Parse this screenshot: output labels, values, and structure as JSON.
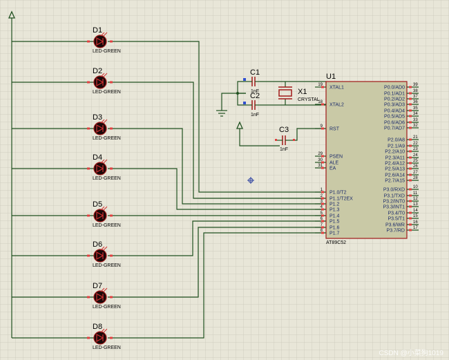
{
  "leds": [
    {
      "ref": "D1",
      "model": "LED-GREEN"
    },
    {
      "ref": "D2",
      "model": "LED-GREEN"
    },
    {
      "ref": "D3",
      "model": "LED-GREEN"
    },
    {
      "ref": "D4",
      "model": "LED-GREEN"
    },
    {
      "ref": "D5",
      "model": "LED-GREEN"
    },
    {
      "ref": "D6",
      "model": "LED-GREEN"
    },
    {
      "ref": "D7",
      "model": "LED-GREEN"
    },
    {
      "ref": "D8",
      "model": "LED-GREEN"
    }
  ],
  "capacitors": [
    {
      "ref": "C1",
      "value": "1nF"
    },
    {
      "ref": "C2",
      "value": "1nF"
    },
    {
      "ref": "C3",
      "value": "1nF"
    }
  ],
  "crystal": {
    "ref": "X1",
    "value": "CRYSTAL"
  },
  "mcu": {
    "ref": "U1",
    "part": "AT89C52",
    "left_pins": [
      {
        "num": "19",
        "name": "XTAL1"
      },
      {
        "num": "18",
        "name": "XTAL2"
      },
      {
        "num": "9",
        "name": "RST"
      },
      {
        "num": "29",
        "name": "PSEN"
      },
      {
        "num": "30",
        "name": "ALE"
      },
      {
        "num": "31",
        "name": "EA"
      },
      {
        "num": "1",
        "name": "P1.0/T2"
      },
      {
        "num": "2",
        "name": "P1.1/T2EX"
      },
      {
        "num": "3",
        "name": "P1.2"
      },
      {
        "num": "4",
        "name": "P1.3"
      },
      {
        "num": "5",
        "name": "P1.4"
      },
      {
        "num": "6",
        "name": "P1.5"
      },
      {
        "num": "7",
        "name": "P1.6"
      },
      {
        "num": "8",
        "name": "P1.7"
      }
    ],
    "right_pins": [
      {
        "num": "39",
        "name": "P0.0/AD0"
      },
      {
        "num": "38",
        "name": "P0.1/AD1"
      },
      {
        "num": "37",
        "name": "P0.2/AD2"
      },
      {
        "num": "36",
        "name": "P0.3/AD3"
      },
      {
        "num": "35",
        "name": "P0.4/AD4"
      },
      {
        "num": "34",
        "name": "P0.5/AD5"
      },
      {
        "num": "33",
        "name": "P0.6/AD6"
      },
      {
        "num": "32",
        "name": "P0.7/AD7"
      },
      {
        "num": "21",
        "name": "P2.0/A8"
      },
      {
        "num": "22",
        "name": "P2.1/A9"
      },
      {
        "num": "23",
        "name": "P2.2/A10"
      },
      {
        "num": "24",
        "name": "P2.3/A11"
      },
      {
        "num": "25",
        "name": "P2.4/A12"
      },
      {
        "num": "26",
        "name": "P2.5/A13"
      },
      {
        "num": "27",
        "name": "P2.6/A14"
      },
      {
        "num": "28",
        "name": "P2.7/A15"
      },
      {
        "num": "10",
        "name": "P3.0/RXD"
      },
      {
        "num": "11",
        "name": "P3.1/TXD"
      },
      {
        "num": "12",
        "name": "P3.2/INT0"
      },
      {
        "num": "13",
        "name": "P3.3/INT1"
      },
      {
        "num": "14",
        "name": "P3.4/T0"
      },
      {
        "num": "15",
        "name": "P3.5/T1"
      },
      {
        "num": "16",
        "name": "P3.6/WR"
      },
      {
        "num": "17",
        "name": "P3.7/RD"
      }
    ]
  },
  "watermark": "CSDN @小菜狗1019",
  "colors": {
    "background": "#e8e6d8",
    "grid": "#cfcdbf",
    "wire": "#1f4f1f",
    "component": "#a01818",
    "chip_fill": "#c9c9a6",
    "pin_label": "#1b2a6b",
    "pin_marker": "#e04040"
  }
}
